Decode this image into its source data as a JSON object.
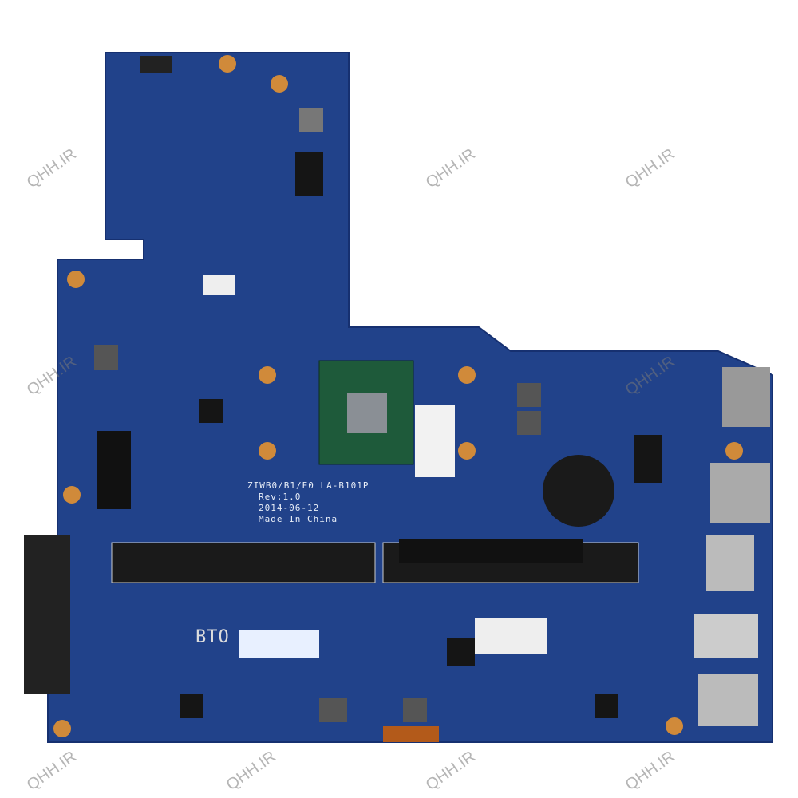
{
  "board": {
    "model_line": "ZIWB0/B1/E0 LA-B101P",
    "revision": "Rev:1.0",
    "date": "2014-06-12",
    "origin": "Made In China",
    "sticker": "BTO"
  },
  "watermark": "QHH.IR",
  "colors": {
    "pcb": "#1f3f86",
    "pad": "#d08a3a",
    "chip": "#1b1b1b"
  }
}
